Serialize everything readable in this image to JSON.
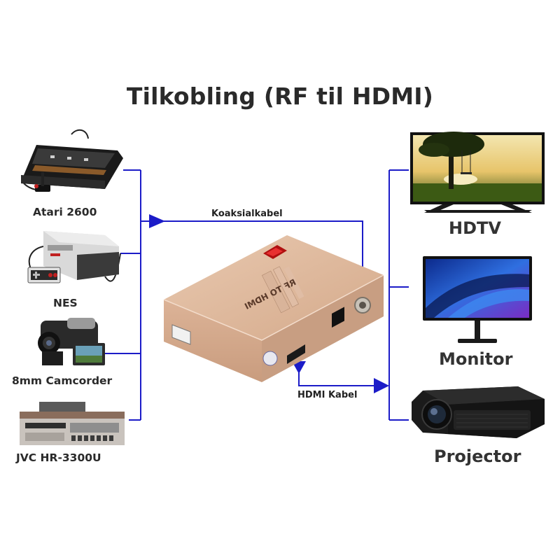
{
  "title": "Tilkobling (RF til HDMI)",
  "sources": [
    {
      "name": "Atari 2600",
      "icon": "atari-2600-console-icon"
    },
    {
      "name": "NES",
      "icon": "nes-console-icon"
    },
    {
      "name": "8mm Camcorder",
      "icon": "camcorder-icon"
    },
    {
      "name": "JVC HR-3300U",
      "icon": "vcr-icon"
    }
  ],
  "converter": {
    "label": "RF TO HDMI",
    "icon": "rf-to-hdmi-converter-icon"
  },
  "cables": {
    "coax": "Koaksialkabel",
    "hdmi": "HDMI Kabel"
  },
  "displays": [
    {
      "name": "HDTV",
      "icon": "hdtv-icon"
    },
    {
      "name": "Monitor",
      "icon": "monitor-icon"
    },
    {
      "name": "Projector",
      "icon": "projector-icon"
    }
  ],
  "colors": {
    "line": "#1c1cc8",
    "converter_body": "#ddb79c",
    "text": "#2a2a2a"
  }
}
